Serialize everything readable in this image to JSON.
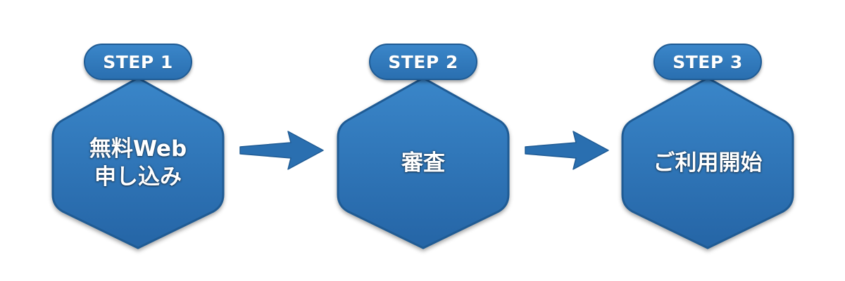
{
  "colors": {
    "shape_fill": "#2d74b8",
    "shape_border": "#1f5b94",
    "arrow": "#2a6fb0",
    "text": "#ffffff"
  },
  "steps": [
    {
      "tab_label": "STEP 1",
      "text_lines": [
        "無料Web",
        "申し込み"
      ]
    },
    {
      "tab_label": "STEP 2",
      "text_lines": [
        "審査"
      ]
    },
    {
      "tab_label": "STEP 3",
      "text_lines": [
        "ご利用開始"
      ]
    }
  ],
  "arrows": [
    {
      "direction": "right",
      "icon": "arrow-right-icon"
    },
    {
      "direction": "right",
      "icon": "arrow-right-icon"
    }
  ]
}
